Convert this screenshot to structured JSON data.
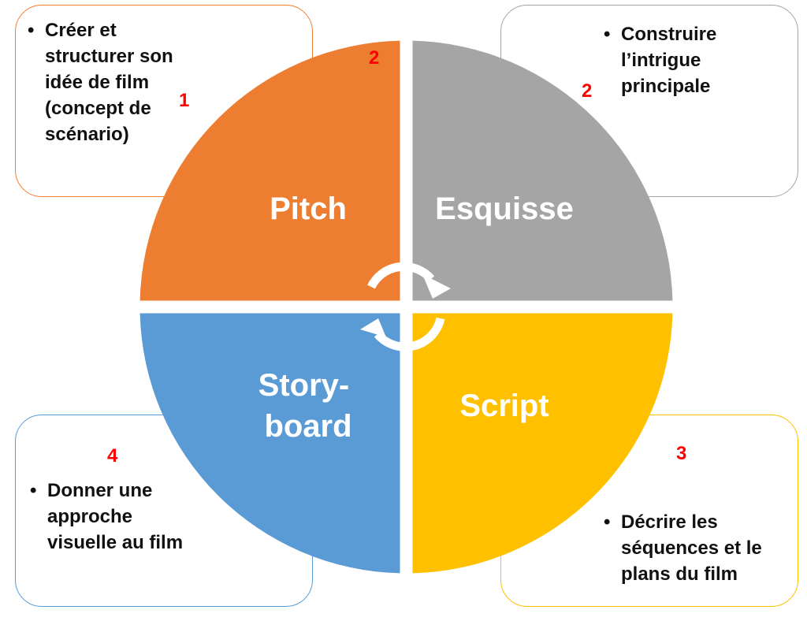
{
  "quadrants": [
    {
      "id": "pitch",
      "label_lines": [
        "Pitch"
      ],
      "color": "#ED7D31"
    },
    {
      "id": "esquisse",
      "label_lines": [
        "Esquisse"
      ],
      "color": "#A5A5A5"
    },
    {
      "id": "script",
      "label_lines": [
        "Script"
      ],
      "color": "#FFC000"
    },
    {
      "id": "storyboard",
      "label_lines": [
        "Story-",
        "board"
      ],
      "color": "#5B9BD5"
    }
  ],
  "boxes": {
    "top_left": {
      "bullet": "•",
      "lines": [
        "Créer et",
        "structurer son",
        "idée de film",
        "(concept de",
        "scénario)"
      ]
    },
    "top_right": {
      "bullet": "•",
      "lines": [
        "Construire",
        "l’intrigue",
        "principale"
      ]
    },
    "bottom_left": {
      "bullet": "•",
      "lines": [
        "Donner une",
        "approche",
        "visuelle au film"
      ]
    },
    "bottom_right": {
      "bullet": "•",
      "lines": [
        "Décrire les",
        "séquences et le",
        "plans du film"
      ]
    }
  },
  "step_numbers": {
    "n1": "1",
    "n2a": "2",
    "n2b": "2",
    "n3": "3",
    "n4": "4"
  },
  "center_icon": "cycle-arrows-icon",
  "number_color": "#FF0000"
}
